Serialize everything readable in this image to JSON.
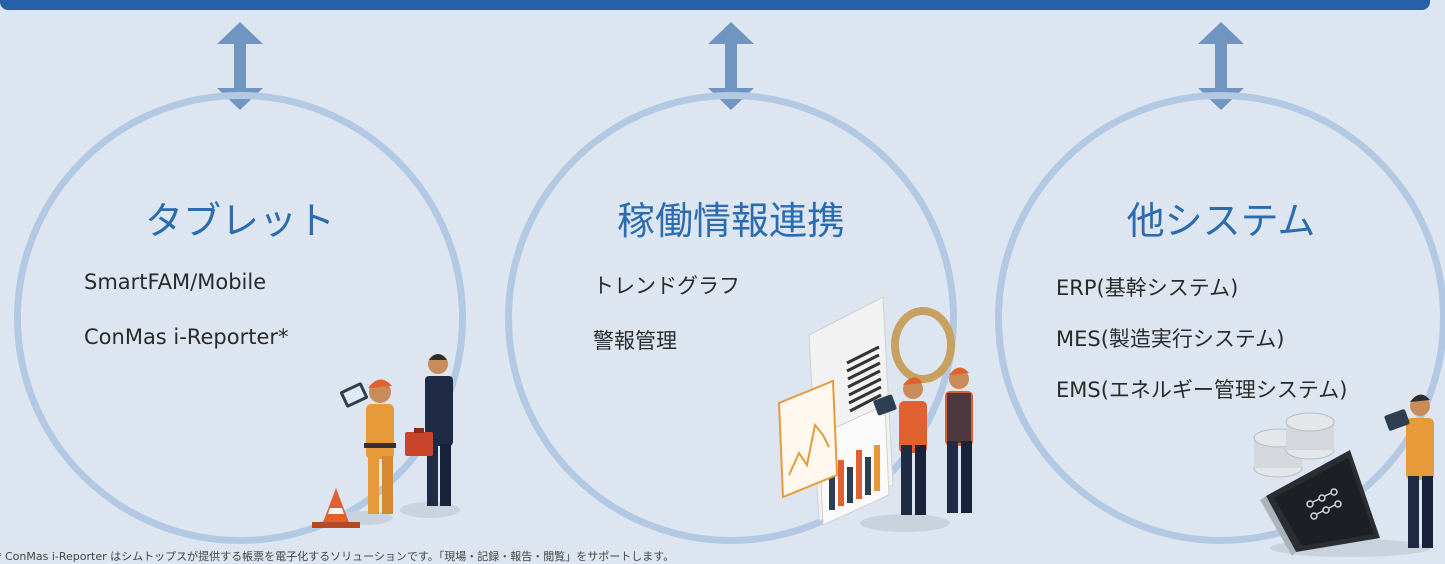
{
  "colors": {
    "accent": "#2b6cb0",
    "circle": "#b3c8e2",
    "arrow": "#6f95c0",
    "background": "#dde6f0",
    "bar": "#2860a8"
  },
  "columns": [
    {
      "title": "タブレット",
      "items": [
        "SmartFAM/Mobile",
        "ConMas i-Reporter*"
      ]
    },
    {
      "title": "稼働情報連携",
      "items": [
        "トレンドグラフ",
        "警報管理"
      ]
    },
    {
      "title": "他システム",
      "items": [
        "ERP(基幹システム)",
        "MES(製造実行システム)",
        "EMS(エネルギー管理システム)"
      ]
    }
  ],
  "footnote": "* ConMas i-Reporter はシムトップスが提供する帳票を電子化するソリューションです。「現場・記録・報告・閲覧」をサポートします。"
}
